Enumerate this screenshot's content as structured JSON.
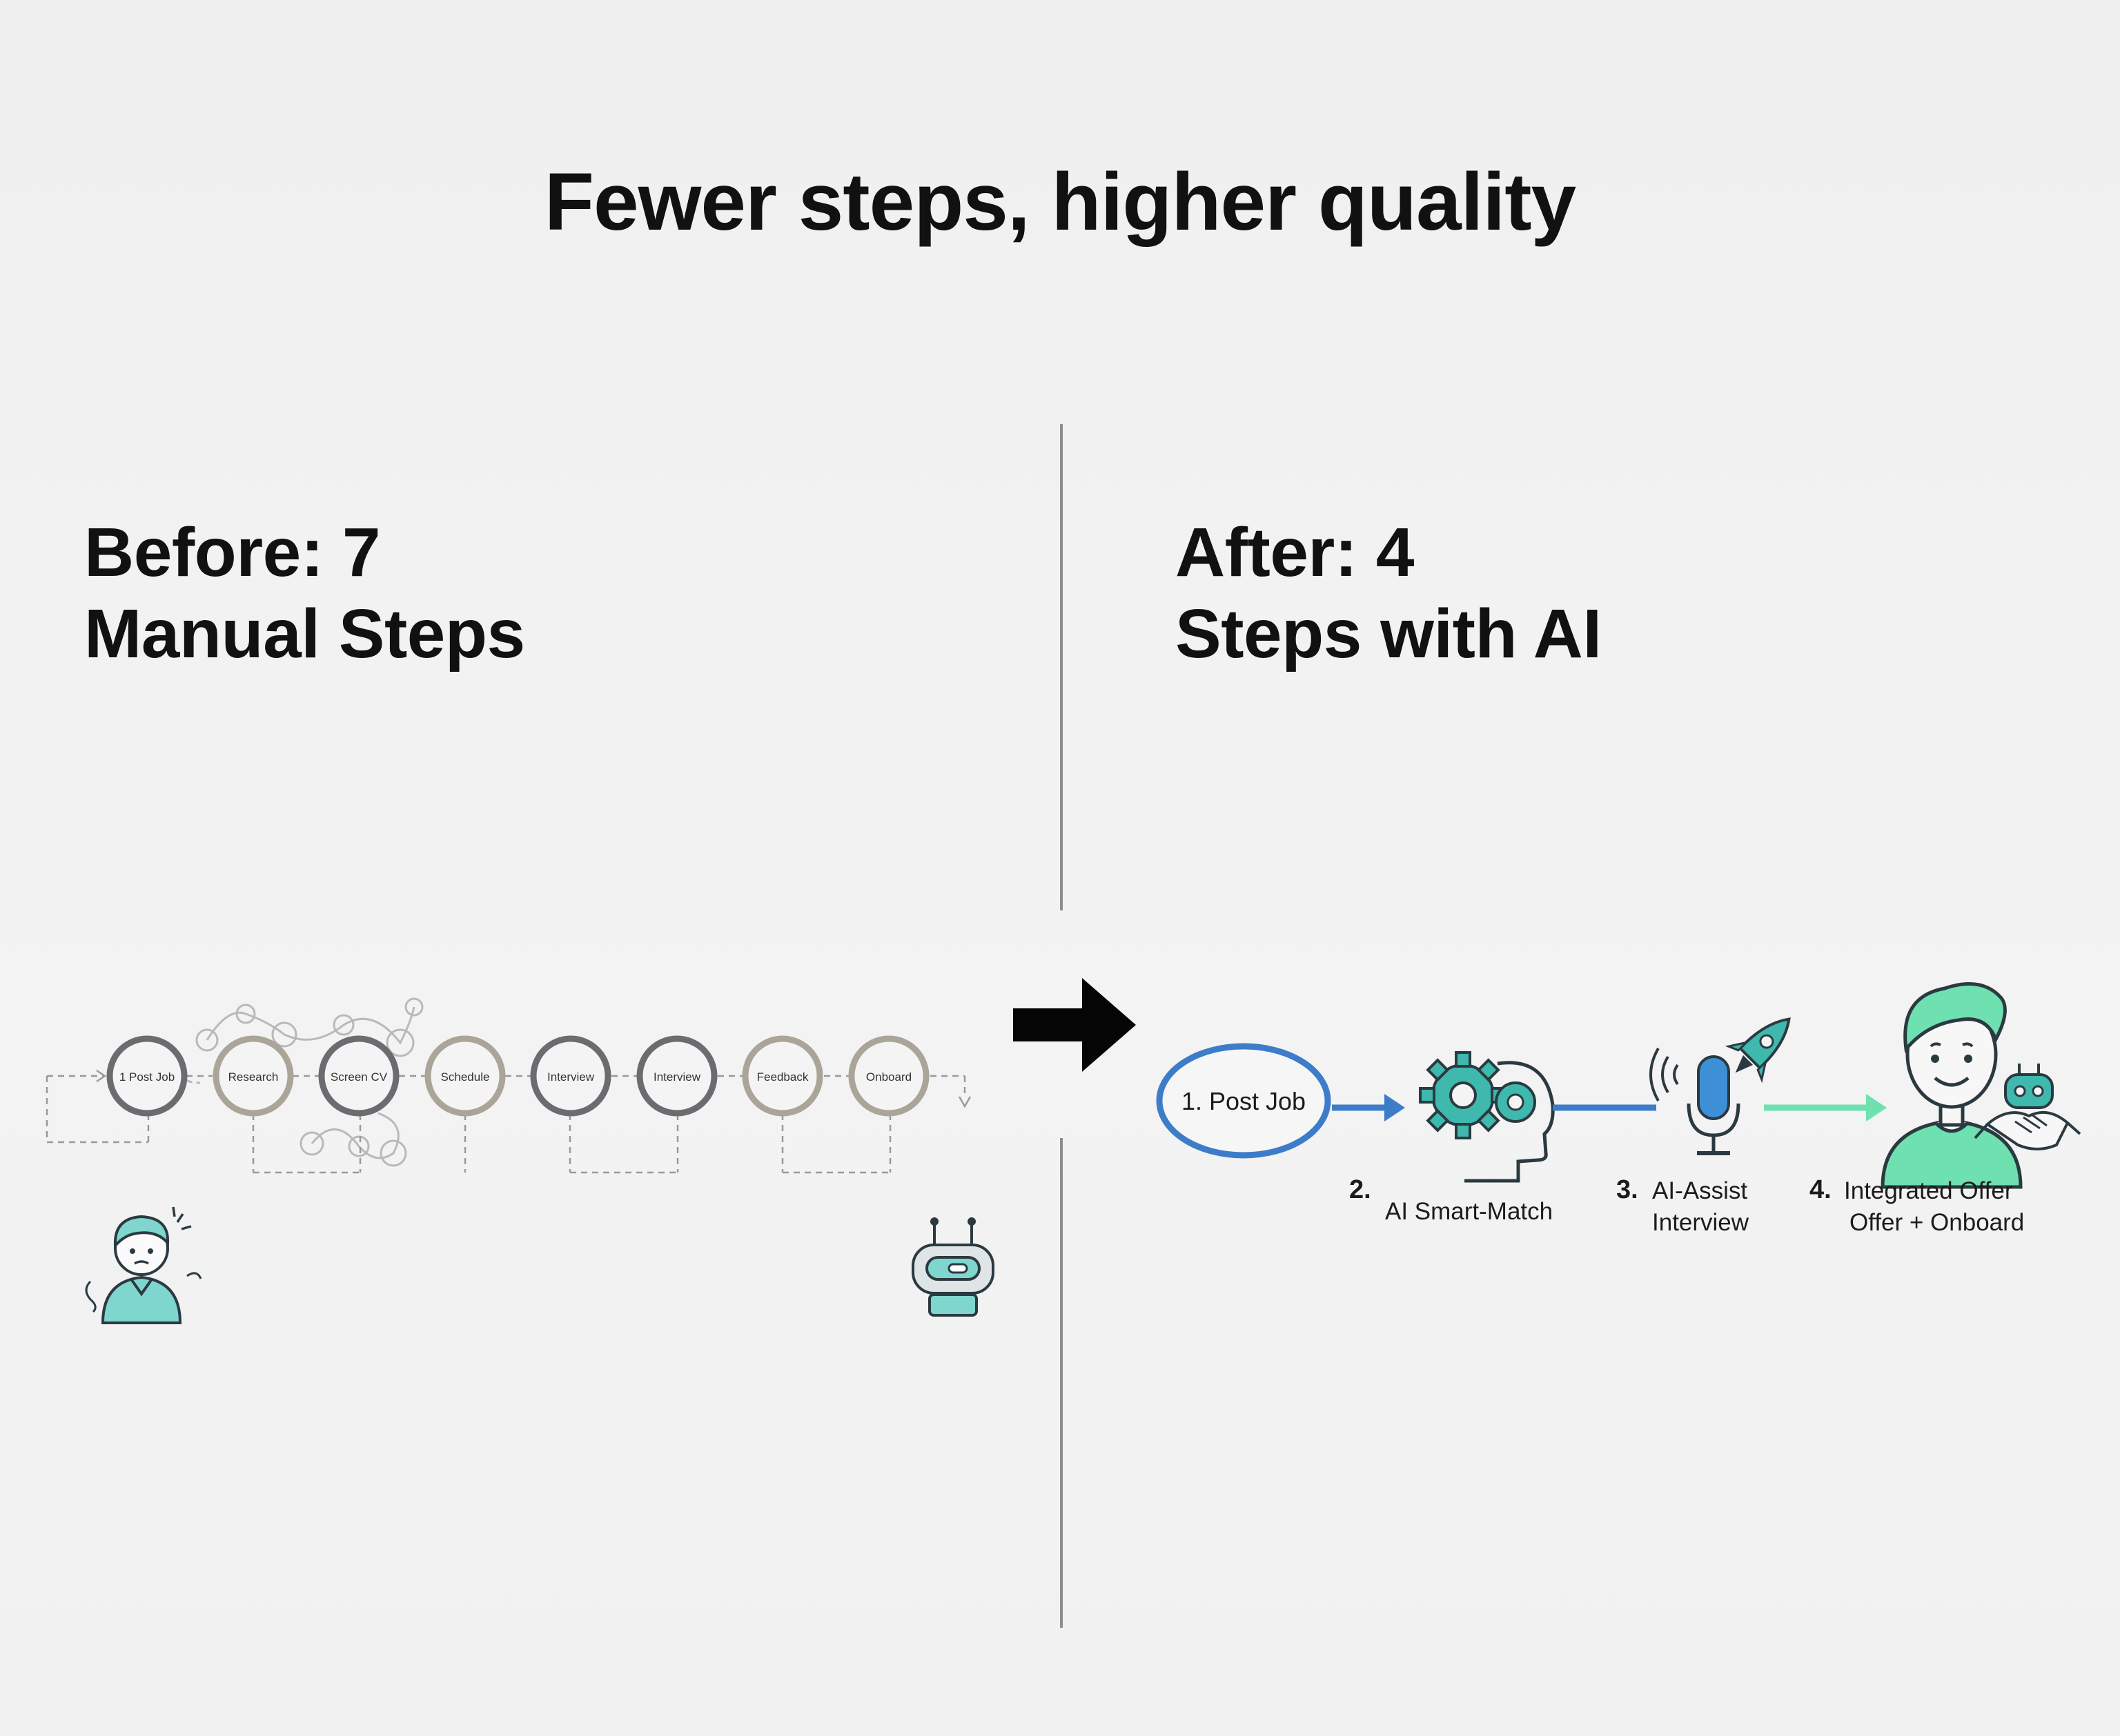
{
  "title": "Fewer steps, higher quality",
  "before": {
    "heading_line1": "Before: 7",
    "heading_line2": "Manual Steps",
    "steps": [
      "1 Post Job",
      "Research",
      "Screen CV",
      "Schedule",
      "Interview",
      "Interview",
      "Feedback",
      "Onboard"
    ],
    "colors": {
      "dark_ring": "#6b6b70",
      "tan_ring": "#aaa598",
      "connector": "#9a9a9a"
    },
    "icons": [
      "stressed-person-icon",
      "robot-icon"
    ]
  },
  "arrow_icon": "right-arrow-icon",
  "after": {
    "heading_line1": "After: 4",
    "heading_line2": "Steps with AI",
    "step1_label": "1. Post Job",
    "step2": {
      "num": "2.",
      "label": "AI Smart-Match"
    },
    "step3": {
      "num": "3.",
      "line1": "AI-Assist",
      "line2": "Interview"
    },
    "step4": {
      "num": "4.",
      "line1": "Integrated Offer",
      "line2": "Offer + Onboard"
    },
    "colors": {
      "blue": "#3d7cc9",
      "teal": "#3fb8ad",
      "mint": "#6fe0b0",
      "dark": "#2b3a40"
    },
    "icons": [
      "gear-head-icon",
      "microphone-icon",
      "rocket-icon",
      "happy-person-icon",
      "handshake-robot-icon"
    ]
  }
}
